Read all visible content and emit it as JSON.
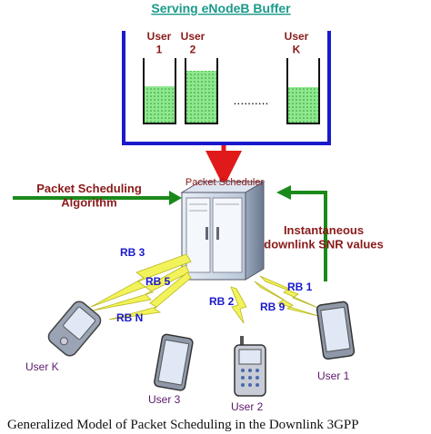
{
  "title": "Serving eNodeB Buffer",
  "buffer": {
    "users": [
      "User\n1",
      "User\n2",
      "User\nK"
    ],
    "ellipsis": "..........",
    "fill_color": "#7ee07e",
    "frame_color": "#1a1acc"
  },
  "scheduler": {
    "label": "Packet Scheduler"
  },
  "algorithm": {
    "label": "Packet Scheduling\nAlgorithm"
  },
  "snr": {
    "label": "Instantaneous\ndownlink SNR values"
  },
  "resource_blocks": [
    "RB 3",
    "RB 5",
    "RB N",
    "RB 2",
    "RB 1",
    "RB 9"
  ],
  "devices": [
    "User K",
    "User 3",
    "User 2",
    "User 1"
  ],
  "caption": "Generalized Model of Packet Scheduling in the Downlink 3GPP",
  "colors": {
    "accent_green": "#1a8a1a",
    "title_green": "#1a9a8a",
    "arrow_red": "#e01a1a",
    "label_blue": "#1a1acc",
    "dark_red": "#8a1a1a",
    "device_label": "#5a1a6a"
  }
}
